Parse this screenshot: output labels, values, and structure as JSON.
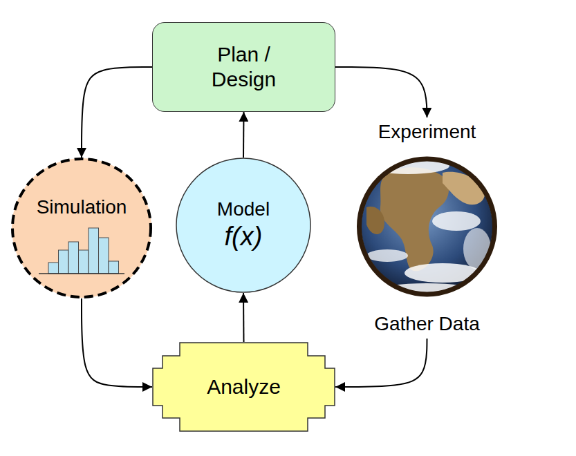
{
  "diagram": {
    "nodes": [
      {
        "text": [
          "Plan / Design"
        ]
      },
      {
        "text": [
          "Simulation"
        ]
      },
      {
        "text": [
          "Model",
          "f(x)"
        ]
      },
      {
        "text": [
          "Experiment",
          "Gather Data"
        ]
      },
      {
        "text": [
          "Analyze"
        ]
      }
    ],
    "edges": [
      {
        "from": 0,
        "to": 1,
        "arrow": "to"
      },
      {
        "from": 0,
        "to": 3,
        "arrow": "to"
      },
      {
        "from": 1,
        "to": 4,
        "arrow": "to"
      },
      {
        "from": 3,
        "to": 4,
        "arrow": "to"
      },
      {
        "from": 4,
        "to": 2,
        "arrow": "to"
      },
      {
        "from": 2,
        "to": 0,
        "arrow": "to"
      }
    ]
  }
}
